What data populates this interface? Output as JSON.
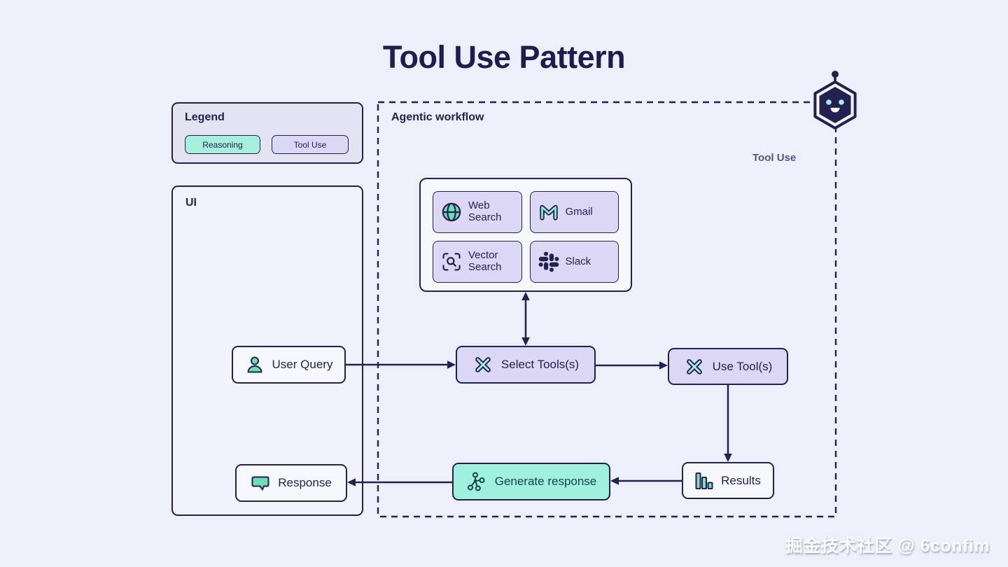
{
  "title": "Tool Use Pattern",
  "legend": {
    "heading": "Legend",
    "items": [
      {
        "label": "Reasoning",
        "color": "#a5efdc"
      },
      {
        "label": "Tool Use",
        "color": "#dcd7f4"
      }
    ]
  },
  "workflow": {
    "heading": "Agentic workflow",
    "section_label": "Tool Use"
  },
  "ui_panel": {
    "heading": "UI"
  },
  "tools": [
    {
      "label": "Web Search",
      "icon": "globe-icon"
    },
    {
      "label": "Gmail",
      "icon": "gmail-icon"
    },
    {
      "label": "Vector Search",
      "icon": "vector-search-icon"
    },
    {
      "label": "Slack",
      "icon": "slack-icon"
    }
  ],
  "nodes": {
    "user_query": {
      "label": "User Query",
      "icon": "user-icon"
    },
    "response": {
      "label": "Response",
      "icon": "speech-bubble-icon"
    },
    "select_tools": {
      "label": "Select Tools(s)",
      "icon": "crossed-tools-icon"
    },
    "use_tools": {
      "label": "Use Tool(s)",
      "icon": "crossed-tools-icon"
    },
    "results": {
      "label": "Results",
      "icon": "bar-chart-icon"
    },
    "generate_response": {
      "label": "Generate response",
      "icon": "network-icon"
    }
  },
  "watermark": "掘金技术社区 @ 6confim",
  "colors": {
    "background": "#edeffa",
    "navy": "#232150",
    "mint": "#a5efdc",
    "mint_strong": "#6fdcb8",
    "lavender": "#dcd7f4",
    "panel_light": "#f7f8fd",
    "teal_node": "#9ff0dc",
    "teal_text": "#17434f",
    "muted_label": "#565379",
    "robot_eyes": "#a9e9f5"
  }
}
